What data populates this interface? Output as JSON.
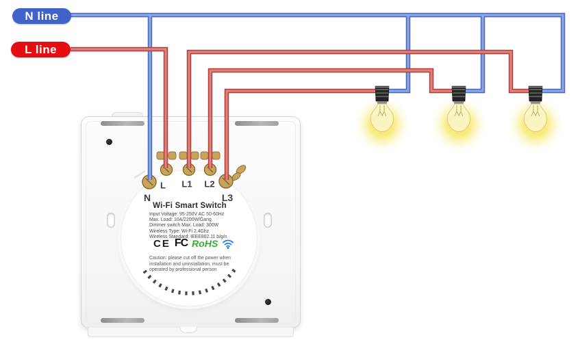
{
  "legend": {
    "n_line_label": "N line",
    "l_line_label": "L line"
  },
  "switch_panel": {
    "terminals": {
      "n": "N",
      "l": "L",
      "l1": "L1",
      "l2": "L2",
      "l3": "L3"
    },
    "module": {
      "title": "Wi-Fi Smart Switch",
      "specs": [
        "Input Voltage: 95-250V AC 50-60Hz",
        "Max. Load: 10A/2200W/Gang",
        "Dimmer switch Max. Load: 300W",
        "Wireless Type: Wi-Fi 2.4Ghz",
        "Wireless Standard: IEEE802.11 b/g/n"
      ],
      "certifications": {
        "ce": "CE",
        "fcc": "FC",
        "rohs": "RoHS"
      },
      "caution_lines": [
        "Caution: please cut off the power when",
        "installation and uninstallation, must be",
        "operated by professional person"
      ]
    }
  },
  "diagram": {
    "bulb_count": 3,
    "colors": {
      "neutral_wire_dark": "#4a6bc4",
      "neutral_wire_light": "#8fa6e2",
      "live_wire_dark": "#b4413c",
      "live_wire_light": "#de837d",
      "n_line_pill": "#4162c9",
      "l_line_pill": "#e60d12",
      "rohs_green": "#3aaa35",
      "wifi_blue": "#1f7fe0",
      "bulb_glow": "#f7e14e",
      "terminal_brass": "#c9a45a"
    }
  }
}
